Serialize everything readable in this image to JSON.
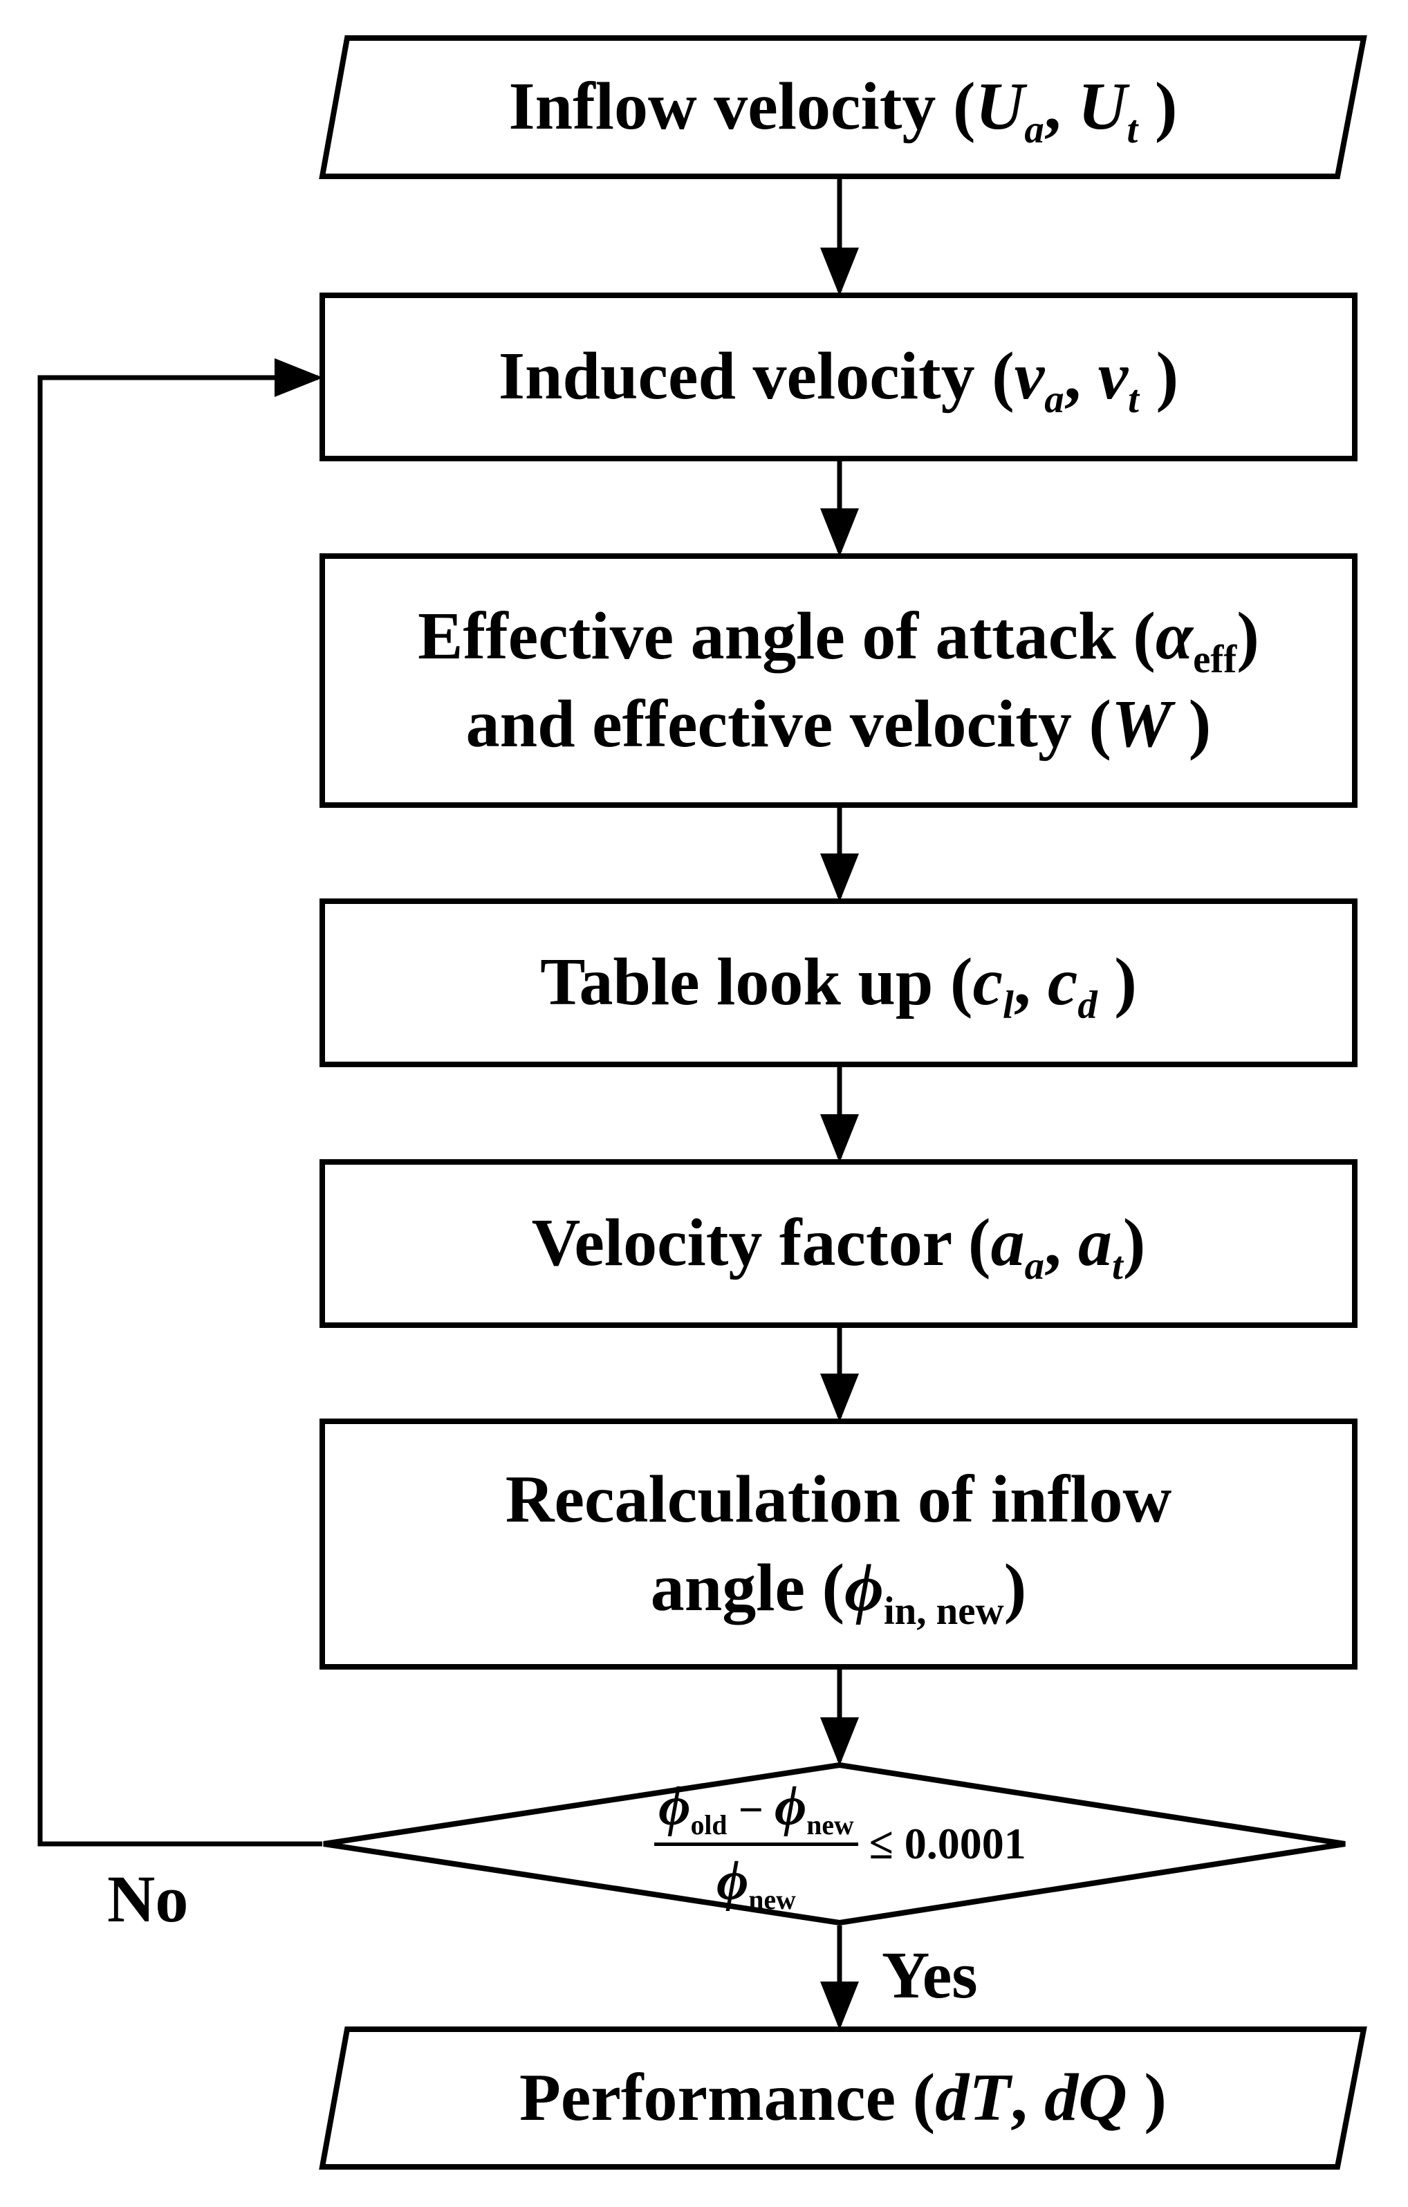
{
  "nodes": {
    "inflow": {
      "text": "Inflow velocity (",
      "v1": "U",
      "s1": "a",
      "sep": ", ",
      "v2": "U",
      "s2": "t",
      "end": " )"
    },
    "induced": {
      "text": "Induced velocity (",
      "v1": "v",
      "s1": "a",
      "sep": ", ",
      "v2": "v",
      "s2": "t",
      "end": " )"
    },
    "effective": {
      "line1": "Effective angle of attack (",
      "alpha": "α",
      "alpha_sub": "eff",
      "close1": ")",
      "line2": "and effective velocity (",
      "w": "W",
      "close2": " )"
    },
    "table": {
      "text": "Table look up (",
      "v1": "c",
      "s1": "l",
      "sep": ", ",
      "v2": "c",
      "s2": "d",
      "end": " )"
    },
    "velfactor": {
      "text": "Velocity factor (",
      "v1": "a",
      "s1": "a",
      "sep": ", ",
      "v2": "a",
      "s2": "t",
      "end": ")"
    },
    "recalc": {
      "line1": "Recalculation of inflow",
      "line2": "angle (",
      "phi": "ϕ",
      "phi_sub": "in, new",
      "close": ")"
    },
    "decision": {
      "phi": "ϕ",
      "old": "old",
      "minus": " − ",
      "new": "new",
      "cond": "≤ 0.0001"
    },
    "performance": {
      "text": "Performance (",
      "v1": "dT",
      "sep": ", ",
      "v2": "dQ",
      "end": " )"
    }
  },
  "edges": {
    "no_label": "No",
    "yes_label": "Yes"
  }
}
